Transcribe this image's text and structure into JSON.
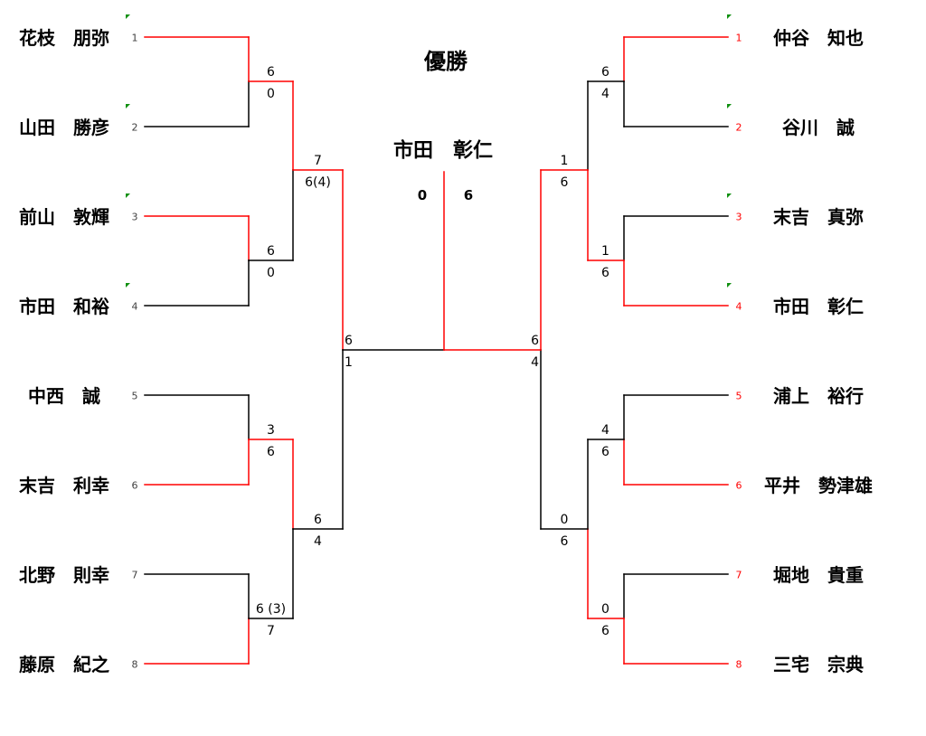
{
  "champion_label": "優勝",
  "champion": "市田　彰仁",
  "final": {
    "left_score": "0",
    "right_score": "6",
    "winner": "right"
  },
  "colors": {
    "win_line": "#ff0000",
    "line": "#000000",
    "left_seed": "#404040",
    "right_seed": "#ff0000",
    "marker": "#109010"
  },
  "left": {
    "players": [
      {
        "seed": "1",
        "name": "花枝　朋弥",
        "marked": true
      },
      {
        "seed": "2",
        "name": "山田　勝彦",
        "marked": true
      },
      {
        "seed": "3",
        "name": "前山　敦輝",
        "marked": true
      },
      {
        "seed": "4",
        "name": "市田　和裕",
        "marked": true
      },
      {
        "seed": "5",
        "name": "中西　誠"
      },
      {
        "seed": "6",
        "name": "末吉　利幸"
      },
      {
        "seed": "7",
        "name": "北野　則幸"
      },
      {
        "seed": "8",
        "name": "藤原　紀之"
      }
    ],
    "round1": [
      {
        "top": "6",
        "bottom": "0",
        "winner": "top"
      },
      {
        "top": "6",
        "bottom": "0",
        "winner": "top"
      },
      {
        "top": "3",
        "bottom": "6",
        "winner": "bottom"
      },
      {
        "top": "6 (3)",
        "bottom": "7",
        "winner": "bottom"
      }
    ],
    "round2": [
      {
        "top": "7",
        "bottom": "6(4)",
        "winner": "top"
      },
      {
        "top": "6",
        "bottom": "4",
        "winner": "top"
      }
    ],
    "semifinal": {
      "top": "6",
      "bottom": "1",
      "winner": "top"
    }
  },
  "right": {
    "players": [
      {
        "seed": "1",
        "name": "仲谷　知也",
        "marked": true
      },
      {
        "seed": "2",
        "name": "谷川　誠",
        "marked": true
      },
      {
        "seed": "3",
        "name": "末吉　真弥",
        "marked": true
      },
      {
        "seed": "4",
        "name": "市田　彰仁",
        "marked": true
      },
      {
        "seed": "5",
        "name": "浦上　裕行"
      },
      {
        "seed": "6",
        "name": "平井　勢津雄"
      },
      {
        "seed": "7",
        "name": "堀地　貴重"
      },
      {
        "seed": "8",
        "name": "三宅　宗典"
      }
    ],
    "round1": [
      {
        "top": "6",
        "bottom": "4",
        "winner": "top"
      },
      {
        "top": "1",
        "bottom": "6",
        "winner": "bottom"
      },
      {
        "top": "4",
        "bottom": "6",
        "winner": "bottom"
      },
      {
        "top": "0",
        "bottom": "6",
        "winner": "bottom"
      }
    ],
    "round2": [
      {
        "top": "1",
        "bottom": "6",
        "winner": "bottom"
      },
      {
        "top": "0",
        "bottom": "6",
        "winner": "bottom"
      }
    ],
    "semifinal": {
      "top": "6",
      "bottom": "4",
      "winner": "top"
    }
  }
}
